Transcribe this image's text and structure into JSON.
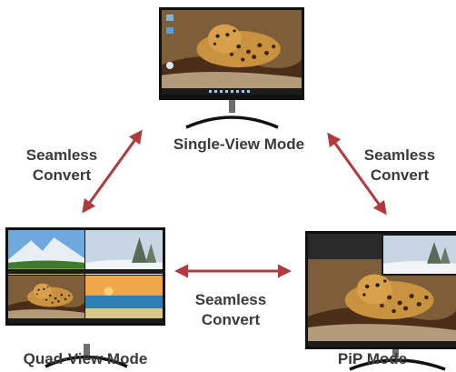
{
  "labels": {
    "single_view": "Single-View Mode",
    "quad_view": "Quad-View Mode",
    "pip": "PiP Mode",
    "convert_left": [
      "Seamless",
      "Convert"
    ],
    "convert_right": [
      "Seamless",
      "Convert"
    ],
    "convert_bottom": [
      "Seamless",
      "Convert"
    ]
  },
  "colors": {
    "arrow": "#b03a3e",
    "text": "#3a3a3a",
    "bezel": "#111111",
    "stand": "#9a9a9a"
  },
  "icons": [
    "recycle-bin-icon",
    "browser-icon",
    "folder-icon"
  ]
}
